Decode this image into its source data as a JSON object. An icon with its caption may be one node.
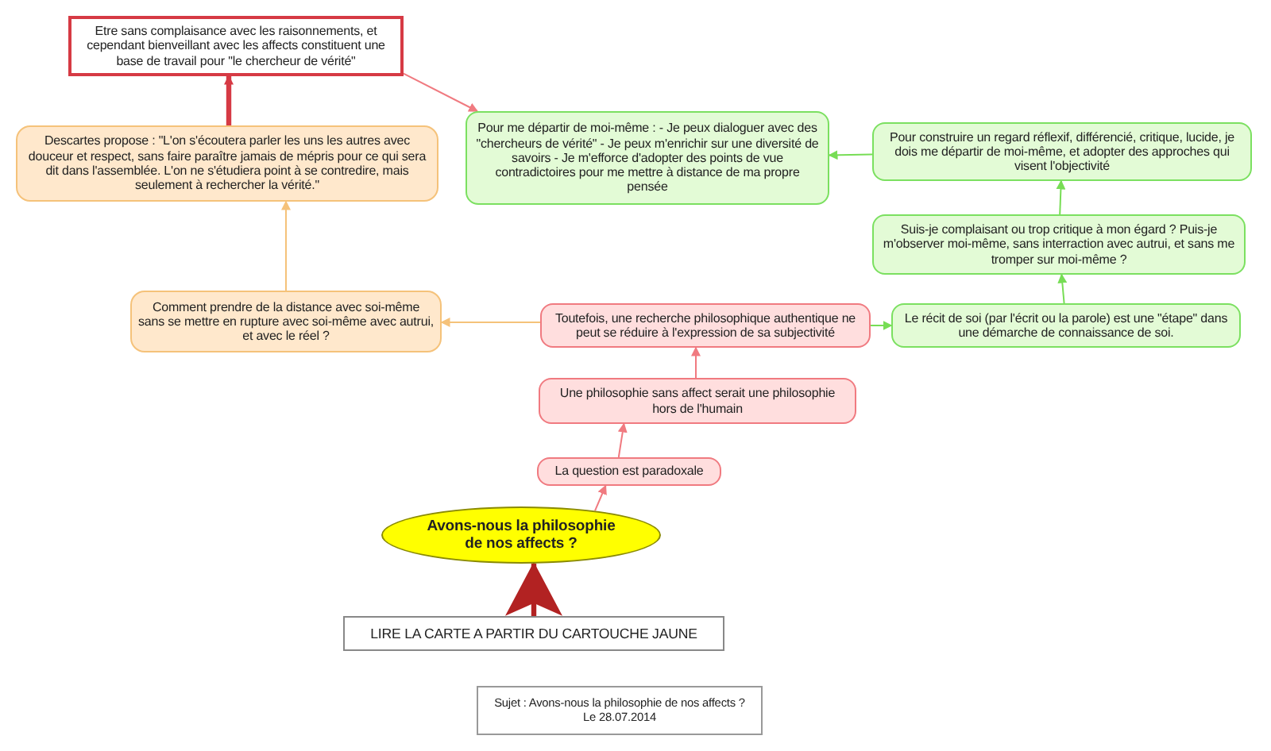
{
  "diagram": {
    "nodes": [
      {
        "text": [
          "Avons-nous la philosophie de nos affects ?"
        ]
      },
      {
        "text": [
          "La question est paradoxale"
        ]
      },
      {
        "text": [
          "Une philosophie sans affect serait une philosophie hors de l'humain"
        ]
      },
      {
        "text": [
          "Toutefois, une  recherche philosophique authentique ne peut se réduire à l'expression de sa subjectivité"
        ]
      },
      {
        "text": [
          "Le récit de soi (par l'écrit ou la parole) est une \"étape\" dans une démarche de connaissance de soi."
        ]
      },
      {
        "text": [
          "Suis-je complaisant ou trop critique à mon égard ? Puis-je m'observer moi-même, sans interraction avec autrui, et sans me tromper sur moi-même ?"
        ]
      },
      {
        "text": [
          "Pour construire un regard réflexif, différencié, critique, lucide, je dois me départir de moi-même, et adopter des approches qui visent l'objectivité"
        ]
      },
      {
        "text": [
          "Pour me départir de moi-même : - Je peux dialoguer avec des \"chercheurs de vérité\" - Je peux m'enrichir sur une diversité de savoirs - Je m'efforce d'adopter des points de vue contradictoires pour me mettre à distance de ma propre pensée"
        ]
      },
      {
        "text": [
          "Comment prendre de la distance avec soi-même sans se mettre en rupture avec soi-même avec autrui, et avec le réel ?"
        ]
      },
      {
        "text": [
          "Descartes propose : \"L'on s'écoutera parler les uns les autres avec douceur et respect, sans faire paraître jamais de mépris pour ce qui sera dit dans l'assemblée. L'on ne s'étudiera point à se contredire, mais seulement à rechercher la vérité.\""
        ]
      },
      {
        "text": [
          "Etre sans complaisance avec les raisonnements, et cependant bienveillant avec les affects constituent une base de travail pour \"le chercheur de vérité\""
        ]
      },
      {
        "text": [
          "LIRE LA CARTE A PARTIR DU CARTOUCHE JAUNE"
        ]
      },
      {
        "text": [
          "Sujet : Avons-nous la philosophie de nos affects ?",
          "Le 28.07.2014"
        ]
      }
    ],
    "edges": [
      {
        "from": 0,
        "to": 1,
        "arrow": "to"
      },
      {
        "from": 1,
        "to": 2,
        "arrow": "to"
      },
      {
        "from": 2,
        "to": 3,
        "arrow": "to"
      },
      {
        "from": 3,
        "to": 4,
        "arrow": "to",
        "color": "#77dd55"
      },
      {
        "from": 4,
        "to": 5,
        "arrow": "to",
        "color": "#77dd55"
      },
      {
        "from": 5,
        "to": 6,
        "arrow": "to",
        "color": "#77dd55"
      },
      {
        "from": 6,
        "to": 7,
        "arrow": "to",
        "color": "#77dd55"
      },
      {
        "from": 3,
        "to": 8,
        "arrow": "to",
        "color": "#f5c27a"
      },
      {
        "from": 8,
        "to": 9,
        "arrow": "to",
        "color": "#f5c27a"
      },
      {
        "from": 9,
        "to": 10,
        "arrow": "to",
        "style": "thick",
        "color": "#d63a44"
      },
      {
        "from": 10,
        "to": 7,
        "arrow": "to"
      },
      {
        "from": 11,
        "to": 0,
        "arrow": "to",
        "style": "thick",
        "color": "#b22222"
      }
    ]
  }
}
